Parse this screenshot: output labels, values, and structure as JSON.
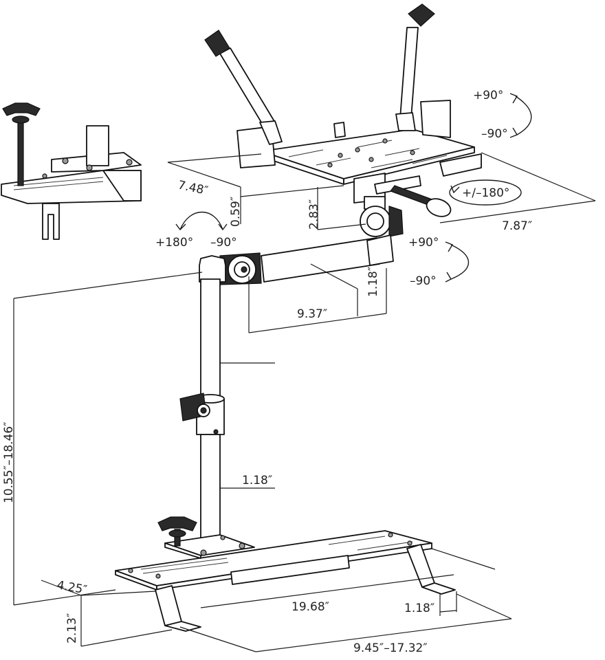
{
  "dimensions": {
    "arm_reach": "9.37″",
    "tube_diameter_upper": "1.18″",
    "tube_diameter_lower": "1.18″",
    "height_range": "10.55″–18.46″",
    "tray_depth": "7.48″",
    "tray_width": "7.87″",
    "tray_thickness": "0.59″",
    "head_drop": "2.83″",
    "base_depth": "4.25″",
    "leg_height": "2.13″",
    "base_length": "19.68″",
    "leg_width": "1.18″",
    "leg_spacing": "9.45″–17.32″"
  },
  "rotations": {
    "tilt_plus": "+90°",
    "tilt_minus": "–90°",
    "swivel": "+/–180°",
    "arm_plus": "+180°",
    "arm_minus": "–90°",
    "joint_plus": "+90°",
    "joint_minus": "–90°"
  }
}
